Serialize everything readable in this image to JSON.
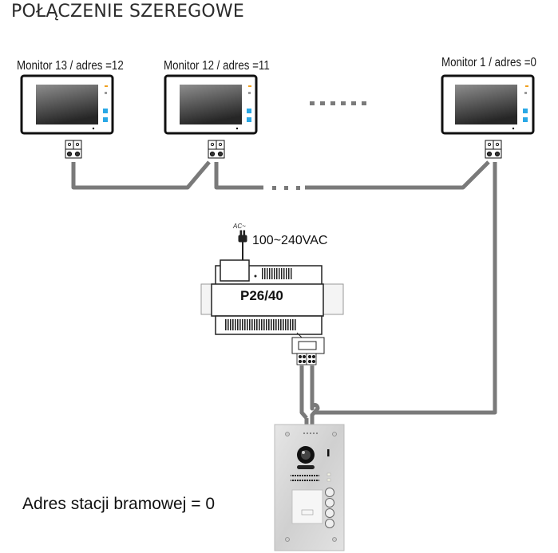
{
  "title": "POŁĄCZENIE SZEREGOWE",
  "monitors": [
    {
      "label": "Monitor 13 / adres =12",
      "address": 12
    },
    {
      "label": "Monitor 12 / adres =11",
      "address": 11
    },
    {
      "label": "Monitor 1 / adres =0",
      "address": 0
    }
  ],
  "ellipsis_icon": "more-monitors-dots",
  "power_supply": {
    "model": "P26/40",
    "input_label": "AC~",
    "voltage": "100~240VAC"
  },
  "door_station": {
    "address_label": "Adres stacji bramowej = 0",
    "address": 0,
    "call_buttons": 4
  },
  "colors": {
    "cable": "#7a7a7a",
    "screen_dark": "#2a2a2a",
    "screen_light": "#8e8e8e",
    "led_orange": "#f0a020",
    "button_blue": "#2aa8e6",
    "panel_steel": "#dcdcdc"
  }
}
